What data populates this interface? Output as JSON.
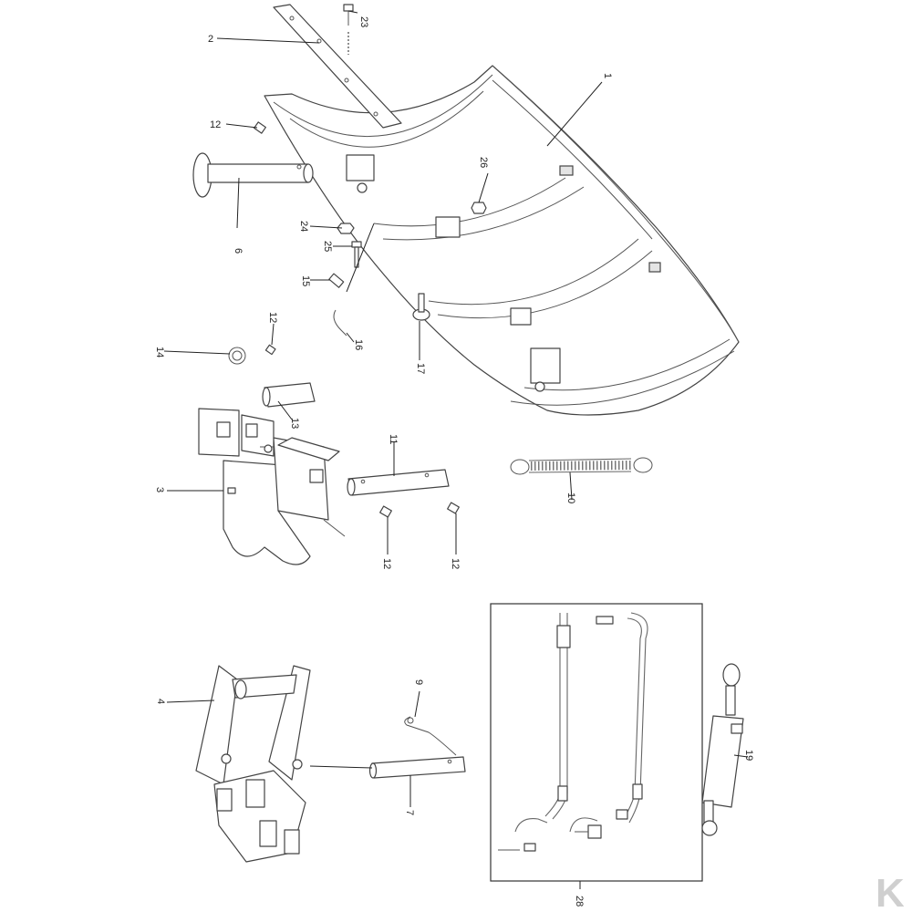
{
  "diagram": {
    "parts": [
      {
        "id": "1",
        "label": "1"
      },
      {
        "id": "2",
        "label": "2"
      },
      {
        "id": "3",
        "label": "3"
      },
      {
        "id": "4",
        "label": "4"
      },
      {
        "id": "6",
        "label": "6"
      },
      {
        "id": "7",
        "label": "7"
      },
      {
        "id": "9",
        "label": "9"
      },
      {
        "id": "10",
        "label": "10"
      },
      {
        "id": "11",
        "label": "11"
      },
      {
        "id": "12a",
        "label": "12"
      },
      {
        "id": "12b",
        "label": "12"
      },
      {
        "id": "12c",
        "label": "12"
      },
      {
        "id": "12d",
        "label": "12"
      },
      {
        "id": "13",
        "label": "13"
      },
      {
        "id": "14",
        "label": "14"
      },
      {
        "id": "15",
        "label": "15"
      },
      {
        "id": "16",
        "label": "16"
      },
      {
        "id": "17",
        "label": "17"
      },
      {
        "id": "19",
        "label": "19"
      },
      {
        "id": "23",
        "label": "23"
      },
      {
        "id": "24",
        "label": "24"
      },
      {
        "id": "25",
        "label": "25"
      },
      {
        "id": "26",
        "label": "26"
      },
      {
        "id": "28",
        "label": "28"
      }
    ],
    "logo": "K",
    "colors": {
      "line": "#444444",
      "fill": "#ffffff",
      "logo": "#cfcfcf"
    }
  }
}
